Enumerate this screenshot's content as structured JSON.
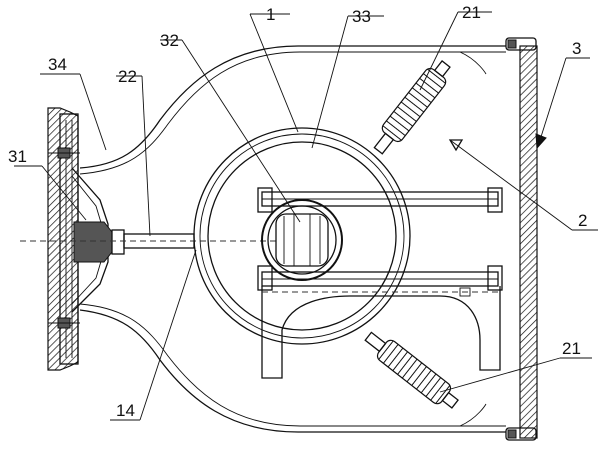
{
  "labels": {
    "l1": "1",
    "l2": "2",
    "l3": "3",
    "l14": "14",
    "l21_top": "21",
    "l21_bottom": "21",
    "l22": "22",
    "l31": "31",
    "l32": "32",
    "l33": "33",
    "l34": "34"
  },
  "colors": {
    "line": "#111111",
    "background": "#ffffff"
  }
}
